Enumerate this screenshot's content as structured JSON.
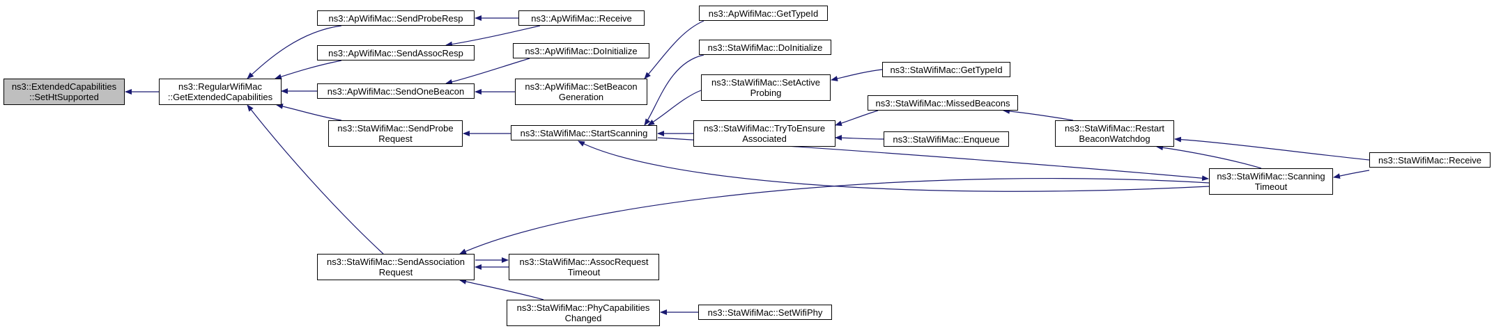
{
  "colors": {
    "edge": "#191970",
    "node_border": "#000000",
    "current_fill": "#bfbfbf",
    "node_fill": "#ffffff"
  },
  "nodes": {
    "sethtsupported": {
      "lines": [
        "ns3::ExtendedCapabilities",
        "::SetHtSupported"
      ],
      "current": true
    },
    "getextendedcapabilities": {
      "lines": [
        "ns3::RegularWifiMac",
        "::GetExtendedCapabilities"
      ]
    },
    "ap_sendproberesp": {
      "lines": [
        "ns3::ApWifiMac::SendProbeResp"
      ]
    },
    "ap_sendassocresp": {
      "lines": [
        "ns3::ApWifiMac::SendAssocResp"
      ]
    },
    "ap_sendonebeacon": {
      "lines": [
        "ns3::ApWifiMac::SendOneBeacon"
      ]
    },
    "sta_sendproberequest": {
      "lines": [
        "ns3::StaWifiMac::SendProbe",
        "Request"
      ]
    },
    "sta_sendassociationrequest": {
      "lines": [
        "ns3::StaWifiMac::SendAssociation",
        "Request"
      ]
    },
    "ap_receive": {
      "lines": [
        "ns3::ApWifiMac::Receive"
      ]
    },
    "ap_doinitialize": {
      "lines": [
        "ns3::ApWifiMac::DoInitialize"
      ]
    },
    "ap_setbeacongeneration": {
      "lines": [
        "ns3::ApWifiMac::SetBeacon",
        "Generation"
      ]
    },
    "sta_startscanning": {
      "lines": [
        "ns3::StaWifiMac::StartScanning"
      ]
    },
    "sta_assocrequesttimeout": {
      "lines": [
        "ns3::StaWifiMac::AssocRequest",
        "Timeout"
      ]
    },
    "sta_phycapabilitieschanged": {
      "lines": [
        "ns3::StaWifiMac::PhyCapabilities",
        "Changed"
      ]
    },
    "ap_gettypeid": {
      "lines": [
        "ns3::ApWifiMac::GetTypeId"
      ]
    },
    "sta_doinitialize": {
      "lines": [
        "ns3::StaWifiMac::DoInitialize"
      ]
    },
    "sta_setactiveprobing": {
      "lines": [
        "ns3::StaWifiMac::SetActive",
        "Probing"
      ]
    },
    "sta_trytoensureassociated": {
      "lines": [
        "ns3::StaWifiMac::TryToEnsure",
        "Associated"
      ]
    },
    "sta_setwifiphy": {
      "lines": [
        "ns3::StaWifiMac::SetWifiPhy"
      ]
    },
    "sta_gettypeid": {
      "lines": [
        "ns3::StaWifiMac::GetTypeId"
      ]
    },
    "sta_missedbeacons": {
      "lines": [
        "ns3::StaWifiMac::MissedBeacons"
      ]
    },
    "sta_enqueue": {
      "lines": [
        "ns3::StaWifiMac::Enqueue"
      ]
    },
    "sta_restartbeaconwatchdog": {
      "lines": [
        "ns3::StaWifiMac::Restart",
        "BeaconWatchdog"
      ]
    },
    "sta_scanningtimeout": {
      "lines": [
        "ns3::StaWifiMac::Scanning",
        "Timeout"
      ]
    },
    "sta_receive": {
      "lines": [
        "ns3::StaWifiMac::Receive"
      ]
    }
  },
  "edges": [
    {
      "from": "getextendedcapabilities",
      "to": "sethtsupported"
    },
    {
      "from": "ap_sendproberesp",
      "to": "getextendedcapabilities"
    },
    {
      "from": "ap_sendassocresp",
      "to": "getextendedcapabilities"
    },
    {
      "from": "ap_sendonebeacon",
      "to": "getextendedcapabilities"
    },
    {
      "from": "sta_sendproberequest",
      "to": "getextendedcapabilities"
    },
    {
      "from": "sta_sendassociationrequest",
      "to": "getextendedcapabilities"
    },
    {
      "from": "ap_receive",
      "to": "ap_sendproberesp"
    },
    {
      "from": "ap_receive",
      "to": "ap_sendassocresp"
    },
    {
      "from": "ap_doinitialize",
      "to": "ap_sendonebeacon"
    },
    {
      "from": "ap_setbeacongeneration",
      "to": "ap_sendonebeacon"
    },
    {
      "from": "sta_startscanning",
      "to": "sta_sendproberequest"
    },
    {
      "from": "sta_assocrequesttimeout",
      "to": "sta_sendassociationrequest"
    },
    {
      "from": "sta_sendassociationrequest",
      "to": "sta_assocrequesttimeout"
    },
    {
      "from": "sta_phycapabilitieschanged",
      "to": "sta_sendassociationrequest"
    },
    {
      "from": "sta_scanningtimeout",
      "to": "sta_sendassociationrequest"
    },
    {
      "from": "ap_gettypeid",
      "to": "ap_setbeacongeneration"
    },
    {
      "from": "sta_doinitialize",
      "to": "sta_startscanning"
    },
    {
      "from": "sta_setactiveprobing",
      "to": "sta_startscanning"
    },
    {
      "from": "sta_trytoensureassociated",
      "to": "sta_startscanning"
    },
    {
      "from": "sta_scanningtimeout",
      "to": "sta_startscanning"
    },
    {
      "from": "sta_startscanning",
      "to": "sta_scanningtimeout"
    },
    {
      "from": "sta_setwifiphy",
      "to": "sta_phycapabilitieschanged"
    },
    {
      "from": "sta_gettypeid",
      "to": "sta_setactiveprobing"
    },
    {
      "from": "sta_missedbeacons",
      "to": "sta_trytoensureassociated"
    },
    {
      "from": "sta_enqueue",
      "to": "sta_trytoensureassociated"
    },
    {
      "from": "sta_restartbeaconwatchdog",
      "to": "sta_missedbeacons"
    },
    {
      "from": "sta_scanningtimeout",
      "to": "sta_restartbeaconwatchdog"
    },
    {
      "from": "sta_receive",
      "to": "sta_restartbeaconwatchdog"
    },
    {
      "from": "sta_receive",
      "to": "sta_scanningtimeout"
    }
  ]
}
